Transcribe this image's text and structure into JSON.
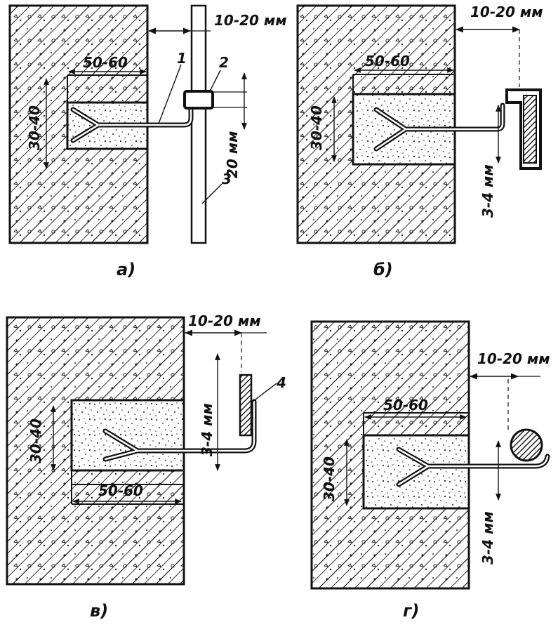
{
  "figure": {
    "panels": [
      {
        "id": "a",
        "caption": "а)",
        "labels": {
          "gap": "10-20 мм",
          "depth": "50-60",
          "height": "30-40",
          "offset": "20 мм",
          "callout_1": "1",
          "callout_2": "2",
          "callout_3": "3"
        }
      },
      {
        "id": "b",
        "caption": "б)",
        "labels": {
          "gap": "10-20 мм",
          "depth": "50-60",
          "height": "30-40",
          "offset": "3-4 мм"
        }
      },
      {
        "id": "v",
        "caption": "в)",
        "labels": {
          "gap": "10-20 мм",
          "depth": "50-60",
          "height": "30-40",
          "offset": "3-4 мм",
          "callout_4": "4"
        }
      },
      {
        "id": "g",
        "caption": "г)",
        "labels": {
          "gap": "10-20 мм",
          "depth": "50-60",
          "height": "30-40",
          "offset": "3-4 мм"
        }
      }
    ]
  }
}
